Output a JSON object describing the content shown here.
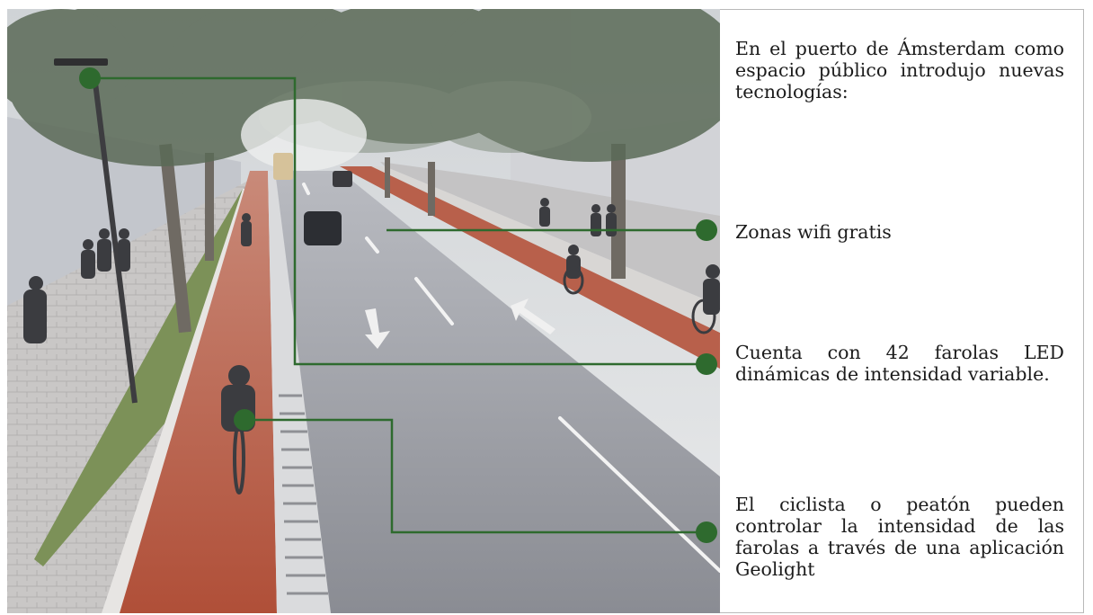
{
  "annotations": {
    "intro": "En el puerto de Ámsterdam como espacio público introdujo nuevas tecnologías:",
    "wifi": "Zonas wifi gratis",
    "led": "Cuenta con 42 farolas LED dinámicas de intensidad variable.",
    "geolight": "El ciclista o peatón pueden controlar la intensidad de las farolas a través de una aplicación Geolight"
  },
  "colors": {
    "callout": "#2e6a2e",
    "bike_lane": "#b2553f",
    "road": "#8e8f96",
    "grass": "#6f8a4e"
  }
}
